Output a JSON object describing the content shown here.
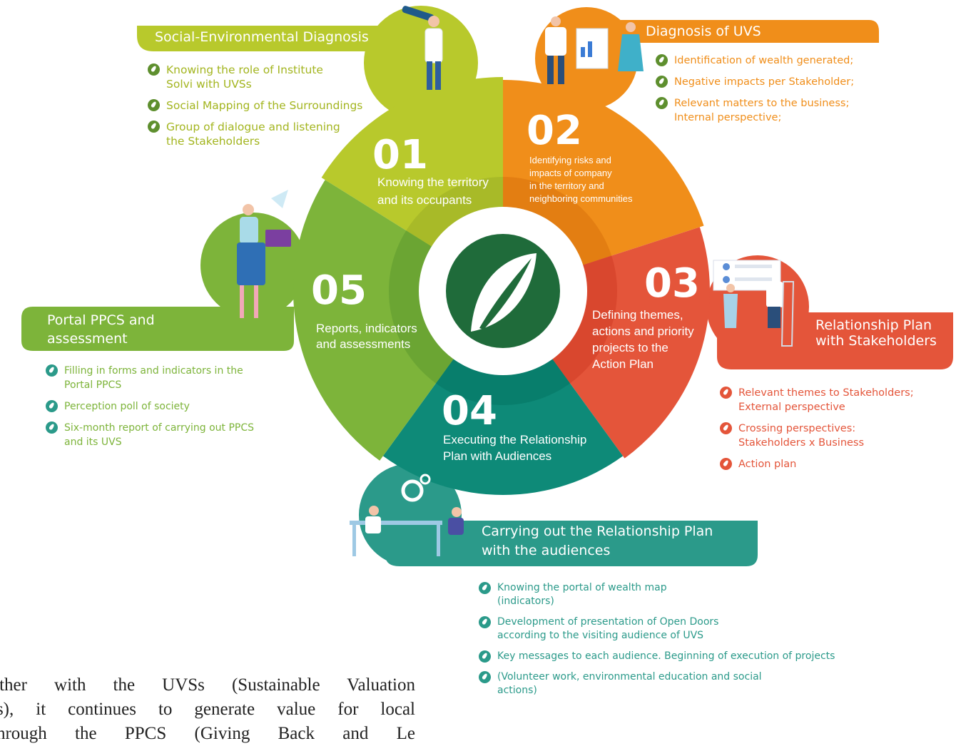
{
  "colors": {
    "lime": "#B8C92C",
    "orange": "#F08E1A",
    "red": "#E4553A",
    "teal": "#2B9A8A",
    "green": "#7DB43A",
    "logo": "#1F6B3A"
  },
  "steps": [
    {
      "number": "01",
      "text": [
        "Knowing the territory",
        "and its occupants"
      ]
    },
    {
      "number": "02",
      "text": [
        "Identifying risks and",
        "impacts of company",
        "in the territory and",
        "neighboring communities"
      ]
    },
    {
      "number": "03",
      "text": [
        "Defining themes,",
        "actions and priority",
        "projects to the",
        "Action Plan"
      ]
    },
    {
      "number": "04",
      "text": [
        "Executing the Relationship",
        "Plan with Audiences"
      ]
    },
    {
      "number": "05",
      "text": [
        "Reports, indicators",
        "and assessments"
      ]
    }
  ],
  "banners": {
    "social": [
      "Social-Environmental Diagnosis"
    ],
    "uvs": [
      "Diagnosis of UVS"
    ],
    "relationship": [
      "Relationship Plan",
      "with Stakeholders"
    ],
    "carrying": [
      "Carrying out the Relationship Plan",
      "with the audiences"
    ],
    "portal": [
      "Portal PPCS and",
      "assessment"
    ]
  },
  "lists": {
    "social": [
      [
        "Knowing the role of Institute",
        "Solvi with  UVSs"
      ],
      [
        "Social Mapping of the Surroundings"
      ],
      [
        "Group of dialogue and listening",
        "the Stakeholders"
      ]
    ],
    "uvs": [
      [
        "Identification of wealth generated;"
      ],
      [
        "Negative impacts per Stakeholder;"
      ],
      [
        "Relevant matters to the business;",
        "Internal perspective;"
      ]
    ],
    "relationship": [
      [
        "Relevant themes to Stakeholders;",
        "External perspective"
      ],
      [
        "Crossing perspectives:",
        "Stakeholders x Business"
      ],
      [
        "Action plan"
      ]
    ],
    "carrying": [
      [
        "Knowing the portal of wealth map",
        "(indicators)"
      ],
      [
        "Development of presentation of Open Doors",
        "according to the visiting audience of UVS"
      ],
      [
        "Key messages to each audience. Beginning of execution of projects"
      ],
      [
        "(Volunteer work, environmental education and social",
        "actions)"
      ]
    ],
    "portal": [
      [
        "Filling in forms and indicators in the",
        "Portal PPCS"
      ],
      [
        "Perception poll of society"
      ],
      [
        "Six-month report of carrying out PPCS",
        "and its UVS"
      ]
    ]
  },
  "paragraph": [
    "ether with the UVSs (Sustainable Valuation",
    "ts), it continues to generate value for local",
    "                                    through  the  PPCS (Giving  Back  and  Le"
  ]
}
